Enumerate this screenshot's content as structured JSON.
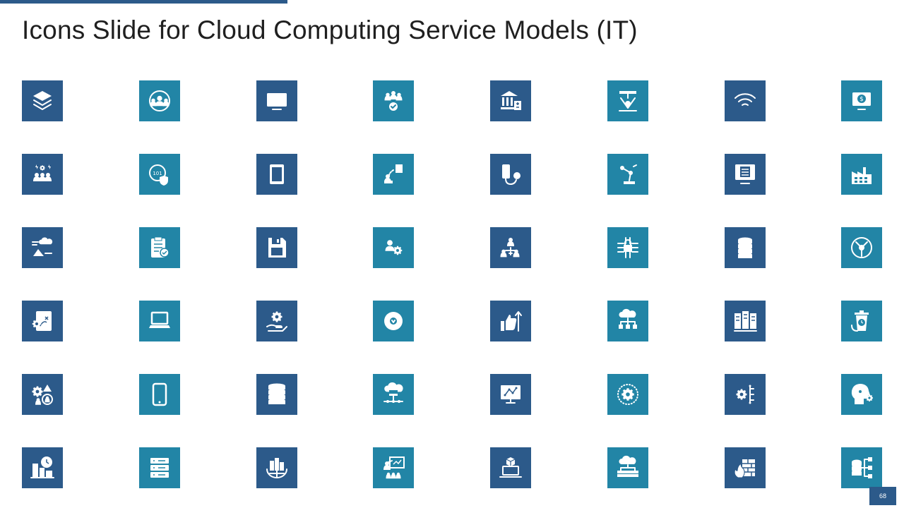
{
  "slide": {
    "title": "Icons Slide for Cloud Computing Service Models (IT)",
    "page_number": "68",
    "accent_color": "#2c5a8a"
  },
  "colors": {
    "dark": "#2c5a8a",
    "teal": "#2285a6"
  },
  "icons": [
    {
      "name": "layers-icon",
      "tone": "dark"
    },
    {
      "name": "team-network-icon",
      "tone": "teal"
    },
    {
      "name": "monitor-icon",
      "tone": "dark"
    },
    {
      "name": "team-approval-icon",
      "tone": "teal"
    },
    {
      "name": "bank-calculator-icon",
      "tone": "dark"
    },
    {
      "name": "industrial-robot-icon",
      "tone": "teal"
    },
    {
      "name": "wifi-icon",
      "tone": "dark"
    },
    {
      "name": "dollar-monitor-icon",
      "tone": "teal"
    },
    {
      "name": "team-energy-icon",
      "tone": "dark"
    },
    {
      "name": "data-shield-icon",
      "tone": "teal"
    },
    {
      "name": "tablet-icon",
      "tone": "dark"
    },
    {
      "name": "remote-work-icon",
      "tone": "teal"
    },
    {
      "name": "phone-charger-icon",
      "tone": "dark"
    },
    {
      "name": "robotic-arm-icon",
      "tone": "teal"
    },
    {
      "name": "computer-server-icon",
      "tone": "dark"
    },
    {
      "name": "factory-icon",
      "tone": "teal"
    },
    {
      "name": "cloud-weather-icon",
      "tone": "dark"
    },
    {
      "name": "clipboard-check-icon",
      "tone": "teal"
    },
    {
      "name": "floppy-disk-icon",
      "tone": "dark"
    },
    {
      "name": "user-settings-icon",
      "tone": "teal"
    },
    {
      "name": "team-hierarchy-icon",
      "tone": "dark"
    },
    {
      "name": "circuit-lock-icon",
      "tone": "teal"
    },
    {
      "name": "database-icon",
      "tone": "dark"
    },
    {
      "name": "global-network-icon",
      "tone": "teal"
    },
    {
      "name": "strategy-board-icon",
      "tone": "dark"
    },
    {
      "name": "laptop-icon",
      "tone": "teal"
    },
    {
      "name": "hand-gear-icon",
      "tone": "dark"
    },
    {
      "name": "vision-eye-icon",
      "tone": "teal"
    },
    {
      "name": "thumbs-up-growth-icon",
      "tone": "dark"
    },
    {
      "name": "cloud-hierarchy-icon",
      "tone": "teal"
    },
    {
      "name": "server-racks-icon",
      "tone": "dark"
    },
    {
      "name": "trash-time-icon",
      "tone": "teal"
    },
    {
      "name": "gear-users-warning-icon",
      "tone": "dark"
    },
    {
      "name": "smartphone-icon",
      "tone": "teal"
    },
    {
      "name": "database-stack-icon",
      "tone": "dark"
    },
    {
      "name": "cloud-storage-icon",
      "tone": "teal"
    },
    {
      "name": "monitor-network-icon",
      "tone": "dark"
    },
    {
      "name": "gear-network-icon",
      "tone": "teal"
    },
    {
      "name": "gear-flow-icon",
      "tone": "dark"
    },
    {
      "name": "head-gears-icon",
      "tone": "teal"
    },
    {
      "name": "city-time-icon",
      "tone": "dark"
    },
    {
      "name": "server-icon",
      "tone": "teal"
    },
    {
      "name": "city-globe-icon",
      "tone": "dark"
    },
    {
      "name": "presentation-icon",
      "tone": "teal"
    },
    {
      "name": "box-laptop-icon",
      "tone": "dark"
    },
    {
      "name": "cloud-servers-icon",
      "tone": "teal"
    },
    {
      "name": "firewall-icon",
      "tone": "dark"
    },
    {
      "name": "database-flow-icon",
      "tone": "teal"
    }
  ]
}
